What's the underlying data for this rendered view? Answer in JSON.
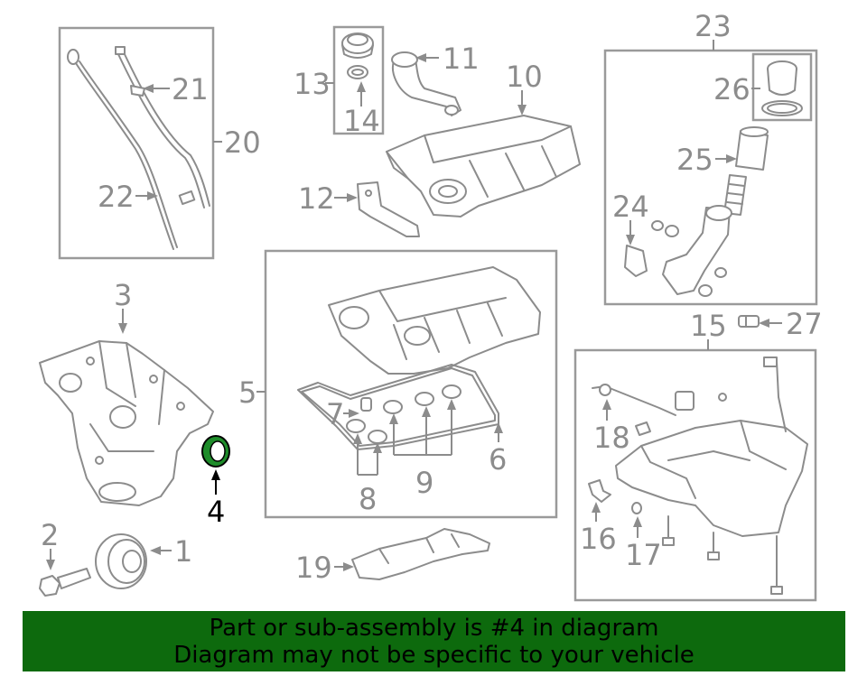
{
  "diagram": {
    "labels": {
      "p1": "1",
      "p2": "2",
      "p3": "3",
      "p4": "4",
      "p5": "5",
      "p6": "6",
      "p7": "7",
      "p8": "8",
      "p9": "9",
      "p10": "10",
      "p11": "11",
      "p12": "12",
      "p13": "13",
      "p14": "14",
      "p15": "15",
      "p16": "16",
      "p17": "17",
      "p18": "18",
      "p19": "19",
      "p20": "20",
      "p21": "21",
      "p22": "22",
      "p23": "23",
      "p24": "24",
      "p25": "25",
      "p26": "26",
      "p27": "27"
    },
    "highlighted_part": "4",
    "colors": {
      "line": "#8c8c8c",
      "highlight": "#1e8c2a",
      "banner_bg": "#0d6a0d"
    }
  },
  "banner": {
    "line1": "Part or sub-assembly is #4 in diagram",
    "line2": "Diagram may not be specific to your vehicle"
  }
}
